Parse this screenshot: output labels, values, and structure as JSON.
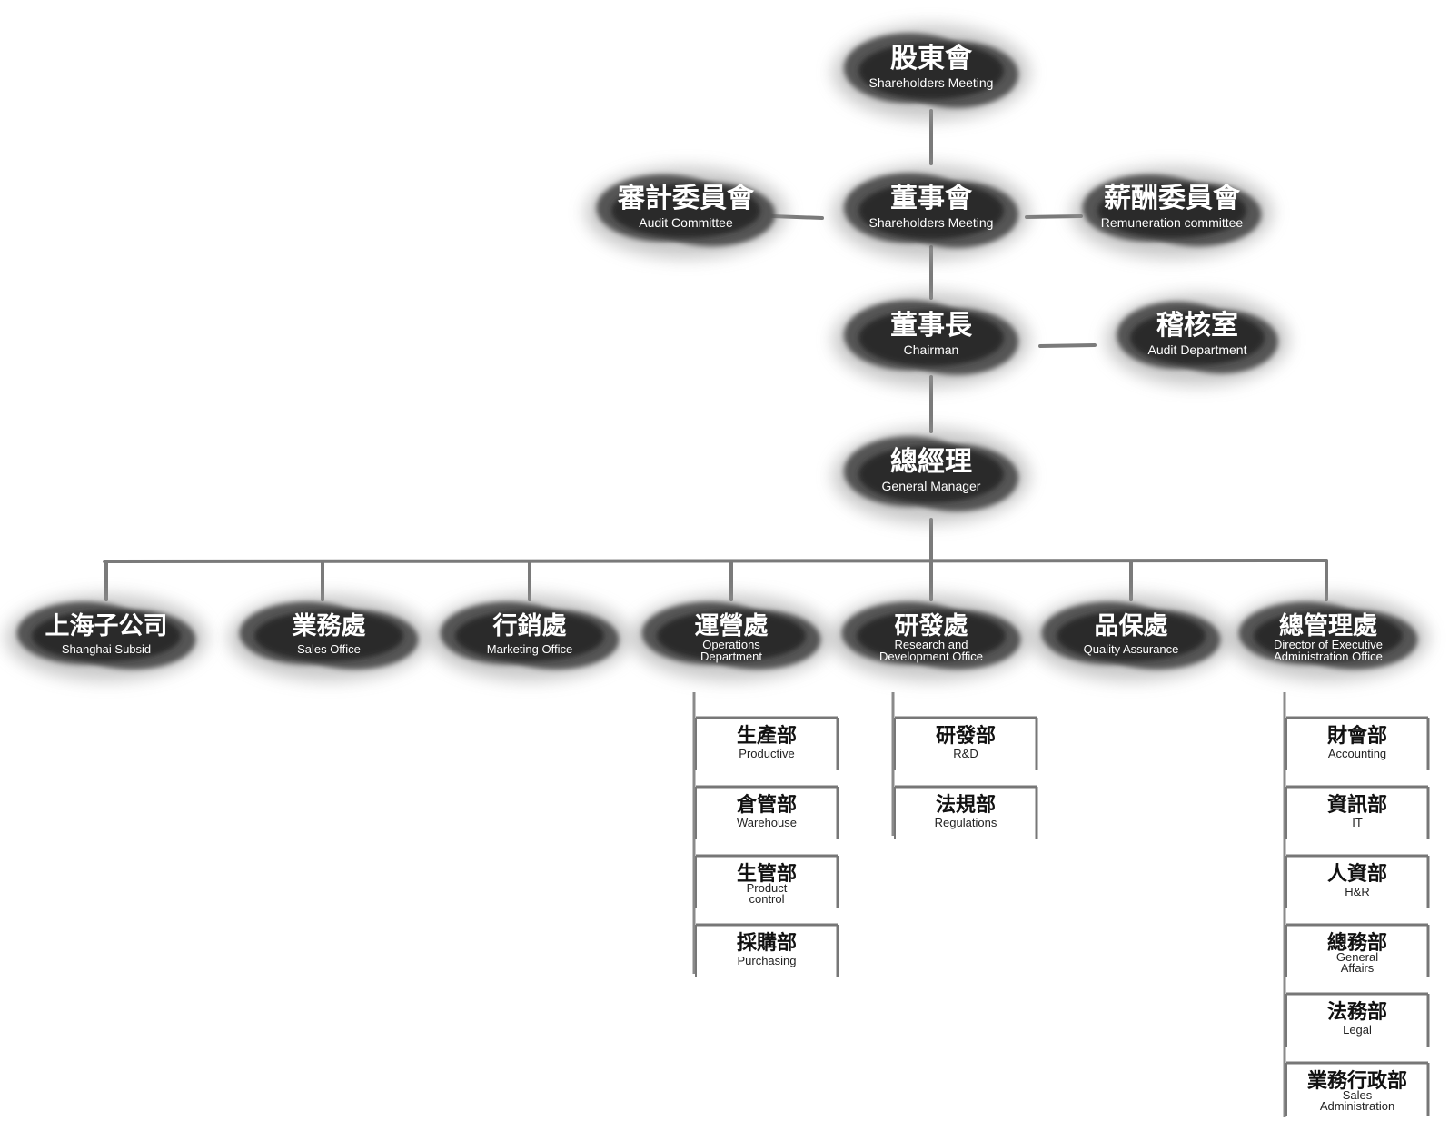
{
  "colors": {
    "ink_dark": "#2a2a2a",
    "ink_mid": "#555555",
    "ink_light": "#9a9a9a",
    "line": "#7a7a7a",
    "text_on_ink": "#ffffff",
    "text_on_paper": "#111111"
  },
  "top_chain": [
    {
      "id": "shareholders",
      "zh": "股東會",
      "en": "Shareholders Meeting"
    },
    {
      "id": "board",
      "zh": "董事會",
      "en": "Shareholders Meeting"
    },
    {
      "id": "chairman",
      "zh": "董事長",
      "en": "Chairman"
    },
    {
      "id": "gm",
      "zh": "總經理",
      "en": "General Manager"
    }
  ],
  "side_committees": {
    "audit_committee": {
      "zh": "審計委員會",
      "en": "Audit Committee"
    },
    "remuneration_committee": {
      "zh": "薪酬委員會",
      "en": "Remuneration committee"
    },
    "audit_department": {
      "zh": "稽核室",
      "en": "Audit Department"
    }
  },
  "divisions": [
    {
      "id": "shanghai",
      "zh": "上海子公司",
      "en": [
        "Shanghai Subsid"
      ],
      "sub_units": []
    },
    {
      "id": "sales",
      "zh": "業務處",
      "en": [
        "Sales Office"
      ],
      "sub_units": []
    },
    {
      "id": "marketing",
      "zh": "行銷處",
      "en": [
        "Marketing Office"
      ],
      "sub_units": []
    },
    {
      "id": "operations",
      "zh": "運營處",
      "en": [
        "Operations",
        "Department"
      ],
      "sub_units": [
        {
          "zh": "生產部",
          "en": [
            "Productive"
          ]
        },
        {
          "zh": "倉管部",
          "en": [
            "Warehouse"
          ]
        },
        {
          "zh": "生管部",
          "en": [
            "Product",
            "control"
          ]
        },
        {
          "zh": "採購部",
          "en": [
            "Purchasing"
          ]
        }
      ]
    },
    {
      "id": "rnd",
      "zh": "研發處",
      "en": [
        "Research and",
        "Development Office"
      ],
      "sub_units": [
        {
          "zh": "研發部",
          "en": [
            "R&D"
          ]
        },
        {
          "zh": "法規部",
          "en": [
            "Regulations"
          ]
        }
      ]
    },
    {
      "id": "qa",
      "zh": "品保處",
      "en": [
        "Quality Assurance"
      ],
      "sub_units": []
    },
    {
      "id": "admin",
      "zh": "總管理處",
      "en": [
        "Director of Executive",
        "Administration Office"
      ],
      "sub_units": [
        {
          "zh": "財會部",
          "en": [
            "Accounting"
          ]
        },
        {
          "zh": "資訊部",
          "en": [
            "IT"
          ]
        },
        {
          "zh": "人資部",
          "en": [
            "H&R"
          ]
        },
        {
          "zh": "總務部",
          "en": [
            "General",
            "Affairs"
          ]
        },
        {
          "zh": "法務部",
          "en": [
            "Legal"
          ]
        },
        {
          "zh": "業務行政部",
          "en": [
            "Sales",
            "Administration"
          ]
        }
      ]
    }
  ]
}
